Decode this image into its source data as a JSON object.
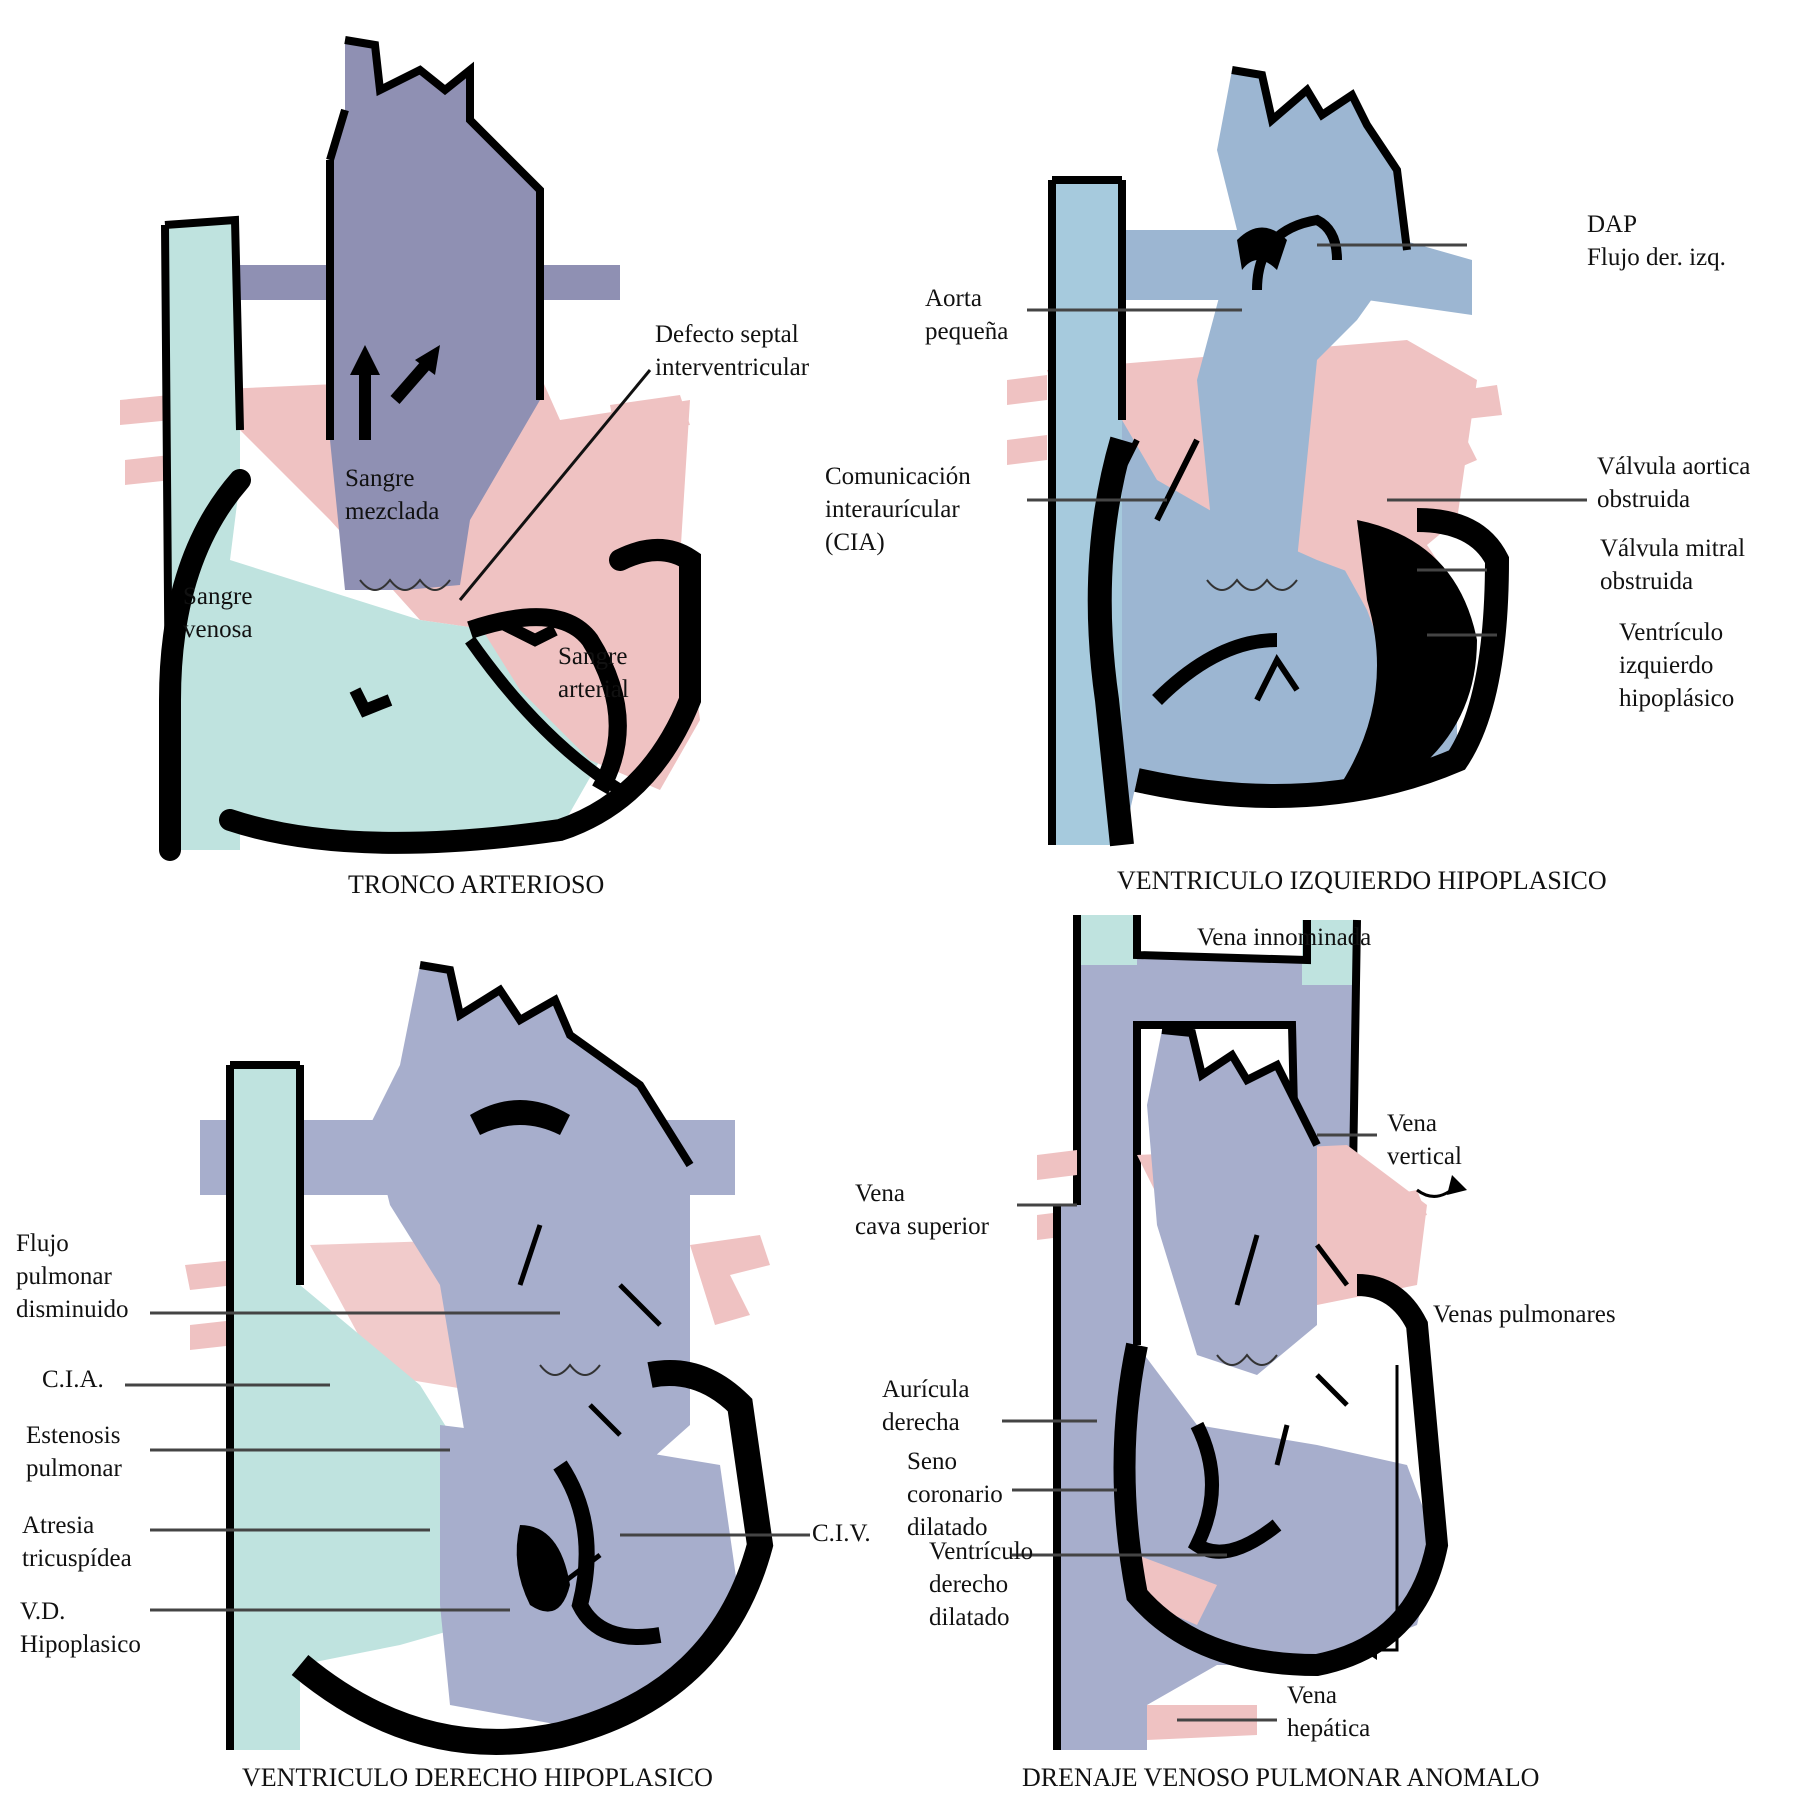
{
  "colors": {
    "venous": "#bfe3df",
    "arterial": "#efc2c2",
    "mixed_purple": "#8f90b3",
    "mixed_blue": "#9cb6d2",
    "mixed_slate": "#a7aecc",
    "wall": "#000000",
    "line": "#555555"
  },
  "panels": [
    {
      "caption": "TRONCO ARTERIOSO",
      "labels": {
        "defecto": "Defecto septal\ninterventricular",
        "mezclada": "Sangre\nmezclada",
        "venosa": "Sangre\nvenosa",
        "arterial": "Sangre\narterial"
      }
    },
    {
      "caption": "VENTRICULO IZQUIERDO HIPOPLASICO",
      "labels": {
        "dap": "DAP\nFlujo der. izq.",
        "aorta": "Aorta\npequeña",
        "cia": "Comunicación\ninteraurícular\n(CIA)",
        "aortica": "Válvula aortica\nobstruida",
        "mitral": "Válvula mitral\nobstruida",
        "ventriculo": "Ventrículo\nizquierdo\nhipoplásico"
      }
    },
    {
      "caption": "VENTRICULO DERECHO HIPOPLASICO",
      "labels": {
        "flujo": "Flujo\npulmonar\ndisminuido",
        "cia": "C.I.A.",
        "estenosis": "Estenosis\npulmonar",
        "atresia": "Atresia\ntricuspídea",
        "vd": "V.D.\nHipoplasico",
        "civ": "C.I.V."
      }
    },
    {
      "caption": "DRENAJE VENOSO PULMONAR ANOMALO",
      "labels": {
        "innominada": "Vena innominada",
        "vertical": "Vena\nvertical",
        "cava": "Vena\ncava superior",
        "pulmonares": "Venas pulmonares",
        "auricula": "Aurícula\nderecha",
        "seno": "Seno\ncoronario\ndilatado",
        "ventriculo": "Ventrículo\nderecho\ndilatado",
        "hepatica": "Vena\nhepática"
      }
    }
  ]
}
